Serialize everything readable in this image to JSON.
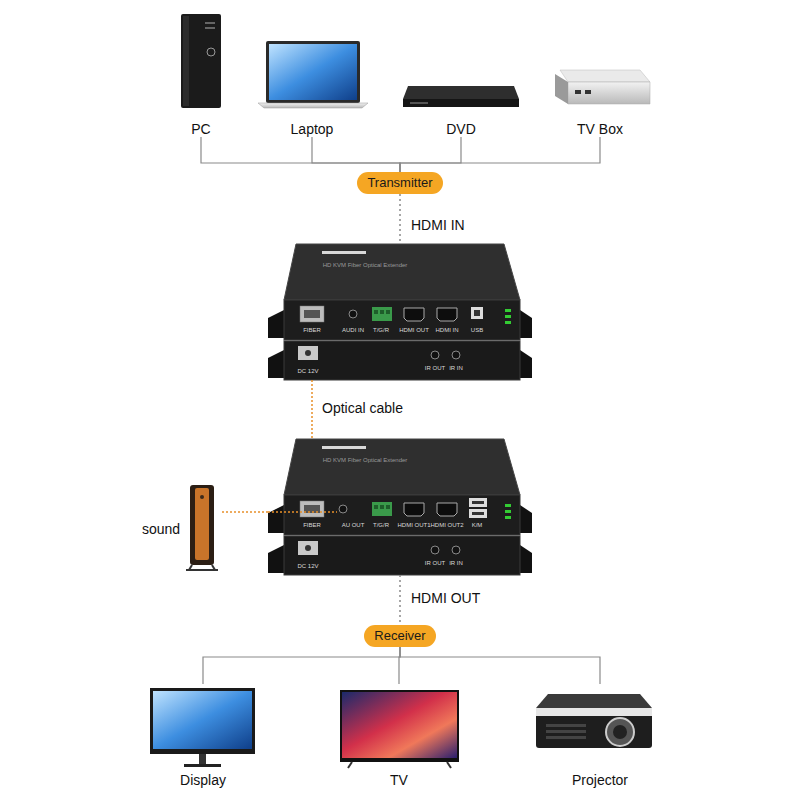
{
  "diagram": {
    "nodes": [
      {
        "text": [
          "PC"
        ]
      },
      {
        "text": [
          "Laptop"
        ]
      },
      {
        "text": [
          "DVD"
        ]
      },
      {
        "text": [
          "TV Box"
        ]
      },
      {
        "text": [
          "Transmitter"
        ]
      },
      {
        "text": [
          "HD KVM Fiber Optical Extender",
          "FIBER",
          "AUDI IN",
          "T/G/R",
          "HDMI OUT",
          "HDMI IN",
          "USB",
          "DC 12V",
          "IR OUT",
          "IR IN"
        ]
      },
      {
        "text": [
          "HD KVM Fiber Optical Extender",
          "FIBER",
          "AU OUT",
          "T/G/R",
          "HDMI OUT1",
          "HDMI OUT2",
          "K/M",
          "DC 12V",
          "IR OUT",
          "IR IN"
        ]
      },
      {
        "text": [
          "sound"
        ]
      },
      {
        "text": [
          "Receiver"
        ]
      },
      {
        "text": [
          "Display"
        ]
      },
      {
        "text": [
          "TV"
        ]
      },
      {
        "text": [
          "Projector"
        ]
      }
    ],
    "edges": [
      {
        "from": 0,
        "to": 4,
        "arrow": "none"
      },
      {
        "from": 1,
        "to": 4,
        "arrow": "none"
      },
      {
        "from": 2,
        "to": 4,
        "arrow": "none"
      },
      {
        "from": 3,
        "to": 4,
        "arrow": "none"
      },
      {
        "from": 4,
        "to": 5,
        "label": "HDMI IN",
        "arrow": "none"
      },
      {
        "from": 5,
        "to": 6,
        "label": "Optical cable",
        "arrow": "none"
      },
      {
        "from": 6,
        "to": 7,
        "arrow": "none"
      },
      {
        "from": 6,
        "to": 8,
        "label": "HDMI OUT",
        "arrow": "none"
      },
      {
        "from": 8,
        "to": 9,
        "arrow": "none"
      },
      {
        "from": 8,
        "to": 10,
        "arrow": "none"
      },
      {
        "from": 8,
        "to": 11,
        "arrow": "none"
      }
    ]
  }
}
